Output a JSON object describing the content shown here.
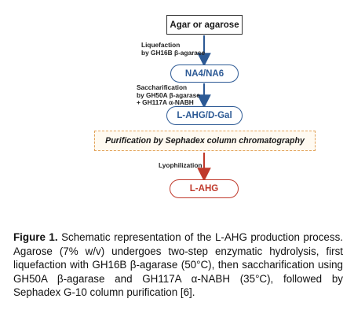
{
  "diagram": {
    "nodes": {
      "start": "Agar or agarose",
      "intermediate": "NA4/NA6",
      "monomers": "L-AHG/D-Gal",
      "purification": "Purification by Sephadex column chromatography",
      "product": "L-AHG"
    },
    "steps": {
      "liquefaction_title": "Liquefaction",
      "liquefaction_enzyme": "by GH16B β-agarase",
      "saccharification_title": "Saccharification",
      "saccharification_enzyme1": "by GH50A β-agarase",
      "saccharification_enzyme2": "+ GH117A α-NABH",
      "lyophilization": "Lyophilization"
    },
    "colors": {
      "blue": "#2d5a95",
      "red": "#c0392b",
      "orange_dashed": "#e2a35a"
    }
  },
  "caption": {
    "label": "Figure 1.",
    "text": "Schematic representation of the L-AHG production process. Agarose (7% w/v) undergoes two-step enzymatic hydrolysis, first liquefaction with GH16B β-agarase (50°C), then saccharification using GH50A β-agarase and GH117A α-NABH (35°C), followed by Sephadex G-10 column purification [6]."
  }
}
